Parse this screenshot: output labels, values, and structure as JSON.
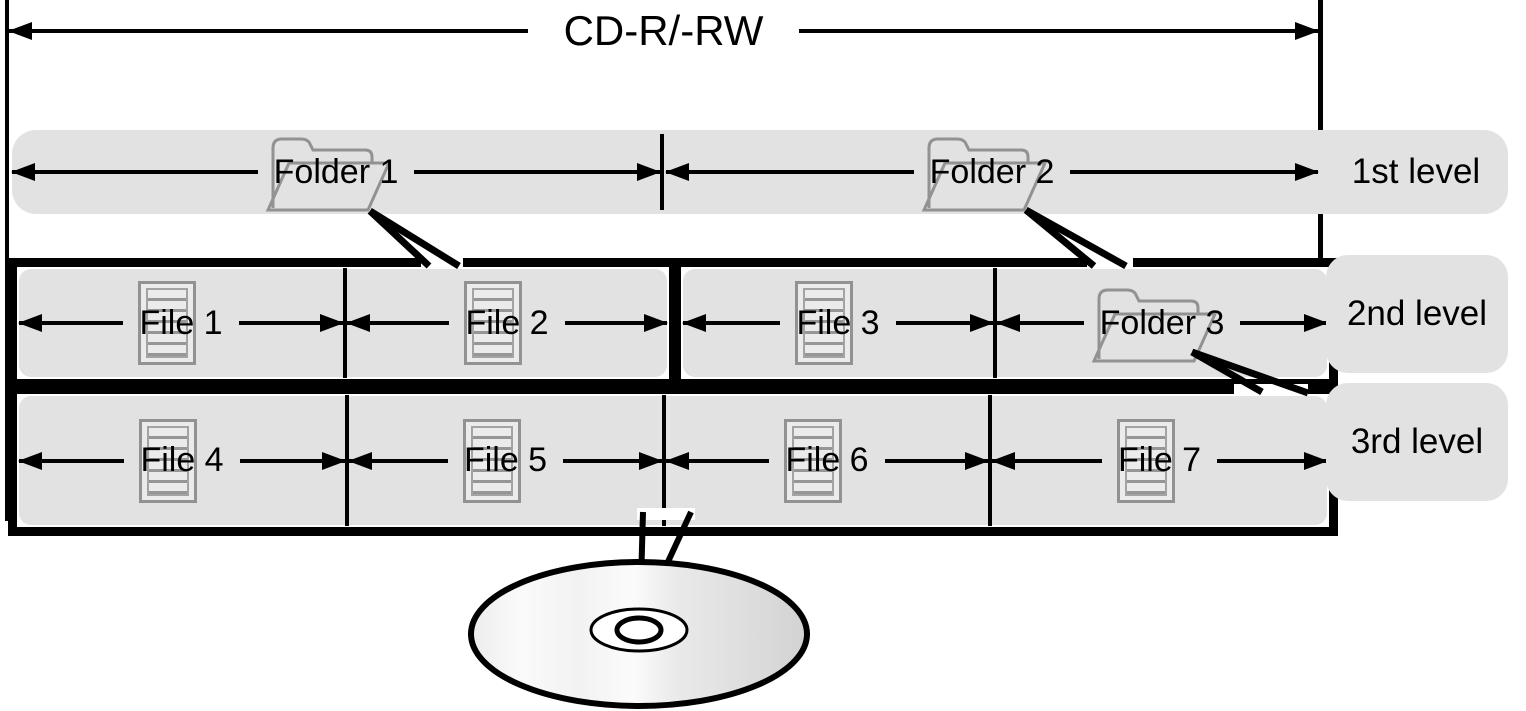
{
  "diagram": {
    "disc_label": "CD-R/-RW",
    "level1": {
      "label": "1st level",
      "folder1": "Folder 1",
      "folder2": "Folder 2"
    },
    "level2": {
      "label": "2nd level",
      "file1": "File 1",
      "file2": "File 2",
      "file3": "File 3",
      "folder3": "Folder 3"
    },
    "level3": {
      "label": "3rd level",
      "file4": "File 4",
      "file5": "File 5",
      "file6": "File 6",
      "file7": "File 7"
    }
  },
  "icons": {
    "folder": "open-folder-icon",
    "file": "document-icon",
    "disc": "compact-disc-illustration",
    "arrows": "dimension-arrow"
  },
  "colors": {
    "band_gray": "#e2e2e2",
    "line_black": "#000000",
    "icon_stroke": "#929292",
    "disc_light": "#fafafa",
    "disc_dark": "#d2d2d2"
  }
}
